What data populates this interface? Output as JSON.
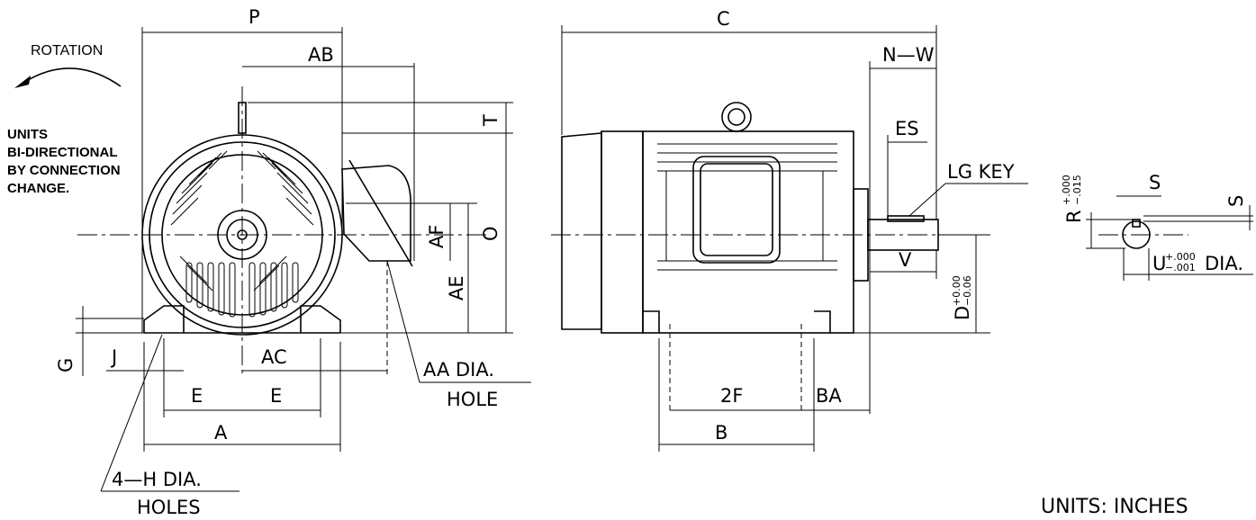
{
  "notes": {
    "rotation": "ROTATION",
    "units_line1": "UNITS",
    "units_line2": "BI-DIRECTIONAL",
    "units_line3": "BY CONNECTION",
    "units_line4": "CHANGE.",
    "units_inches": "UNITS:  INCHES"
  },
  "labels": {
    "P": "P",
    "AB": "AB",
    "T": "T",
    "O": "O",
    "AF": "AF",
    "AE": "AE",
    "G": "G",
    "J": "J",
    "AC": "AC",
    "E1": "E",
    "E2": "E",
    "A": "A",
    "AA_dia": "AA DIA.",
    "AA_hole": "HOLE",
    "H_dia": "4—H DIA.",
    "H_holes": "HOLES",
    "C": "C",
    "NW": "N—W",
    "ES": "ES",
    "LG_KEY": "LG KEY",
    "V": "V",
    "D": "D",
    "D_tol_plus": "+0.00",
    "D_tol_minus": "−0.06",
    "F2": "2F",
    "BA": "BA",
    "B": "B",
    "R": "R",
    "R_tol_plus": "+.000",
    "R_tol_minus": "−.015",
    "S1": "S",
    "S2": "S",
    "U": "U",
    "U_tol_plus": "+.000",
    "U_tol_minus": "−.001",
    "U_dia": "DIA."
  }
}
